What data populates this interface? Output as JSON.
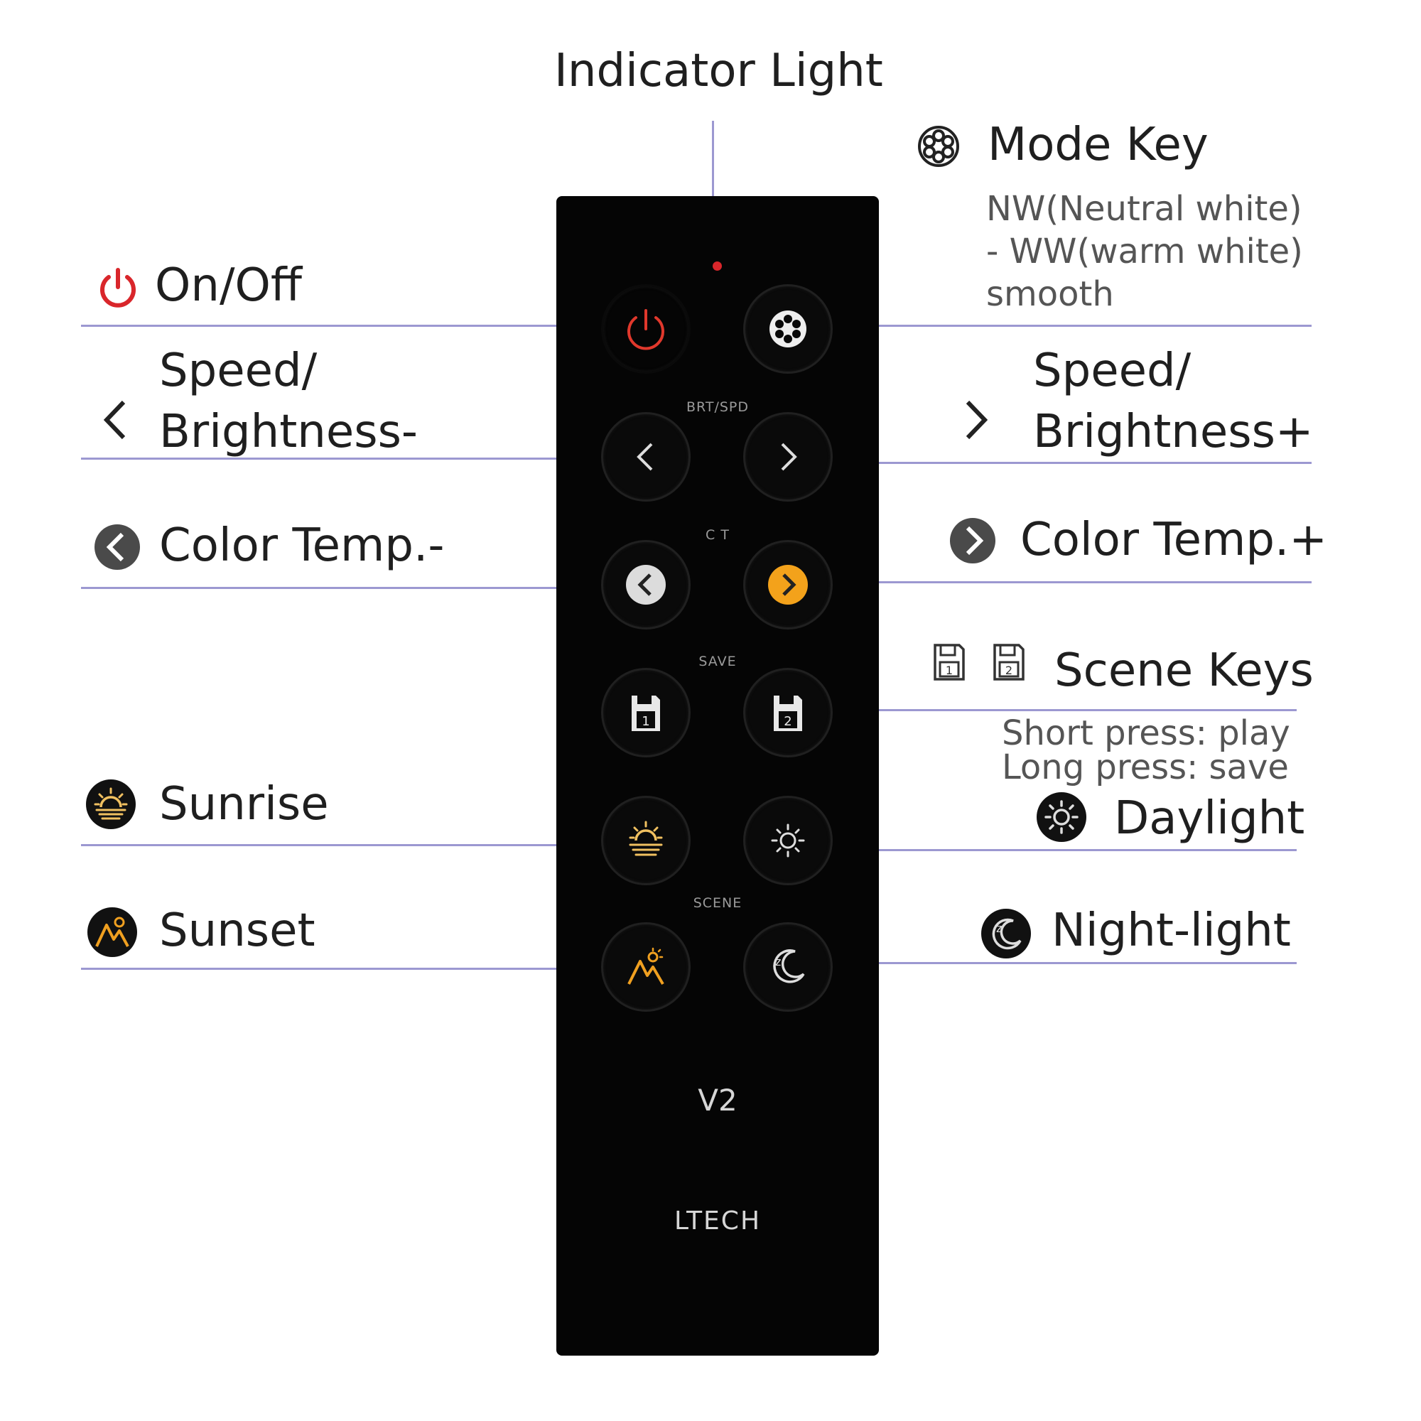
{
  "labels": {
    "indicator": "Indicator Light",
    "mode_key": "Mode Key",
    "mode_desc_1": "NW(Neutral white)",
    "mode_desc_2": "- WW(warm white)",
    "mode_desc_3": "smooth",
    "on_off": "On/Off",
    "speed_left_1": "Speed/",
    "speed_left_2": "Brightness-",
    "speed_right_1": "Speed/",
    "speed_right_2": "Brightness+",
    "ct_minus": "Color Temp.-",
    "ct_plus": "Color Temp.+",
    "scene_keys": "Scene Keys",
    "scene_desc_1": "Short press: play",
    "scene_desc_2": "Long press: save",
    "sunrise": "Sunrise",
    "daylight": "Daylight",
    "sunset": "Sunset",
    "night_light": "Night-light"
  },
  "remote": {
    "section_brt": "BRT/SPD",
    "section_ct": "C T",
    "section_save": "SAVE",
    "section_scene": "SCENE",
    "model": "V2",
    "brand": "LTECH",
    "save_1": "1",
    "save_2": "2"
  },
  "colors": {
    "leader": "#9c98d1",
    "power": "#d9262b",
    "ct_plus": "#f3a21b",
    "sunset": "#f0a020"
  }
}
